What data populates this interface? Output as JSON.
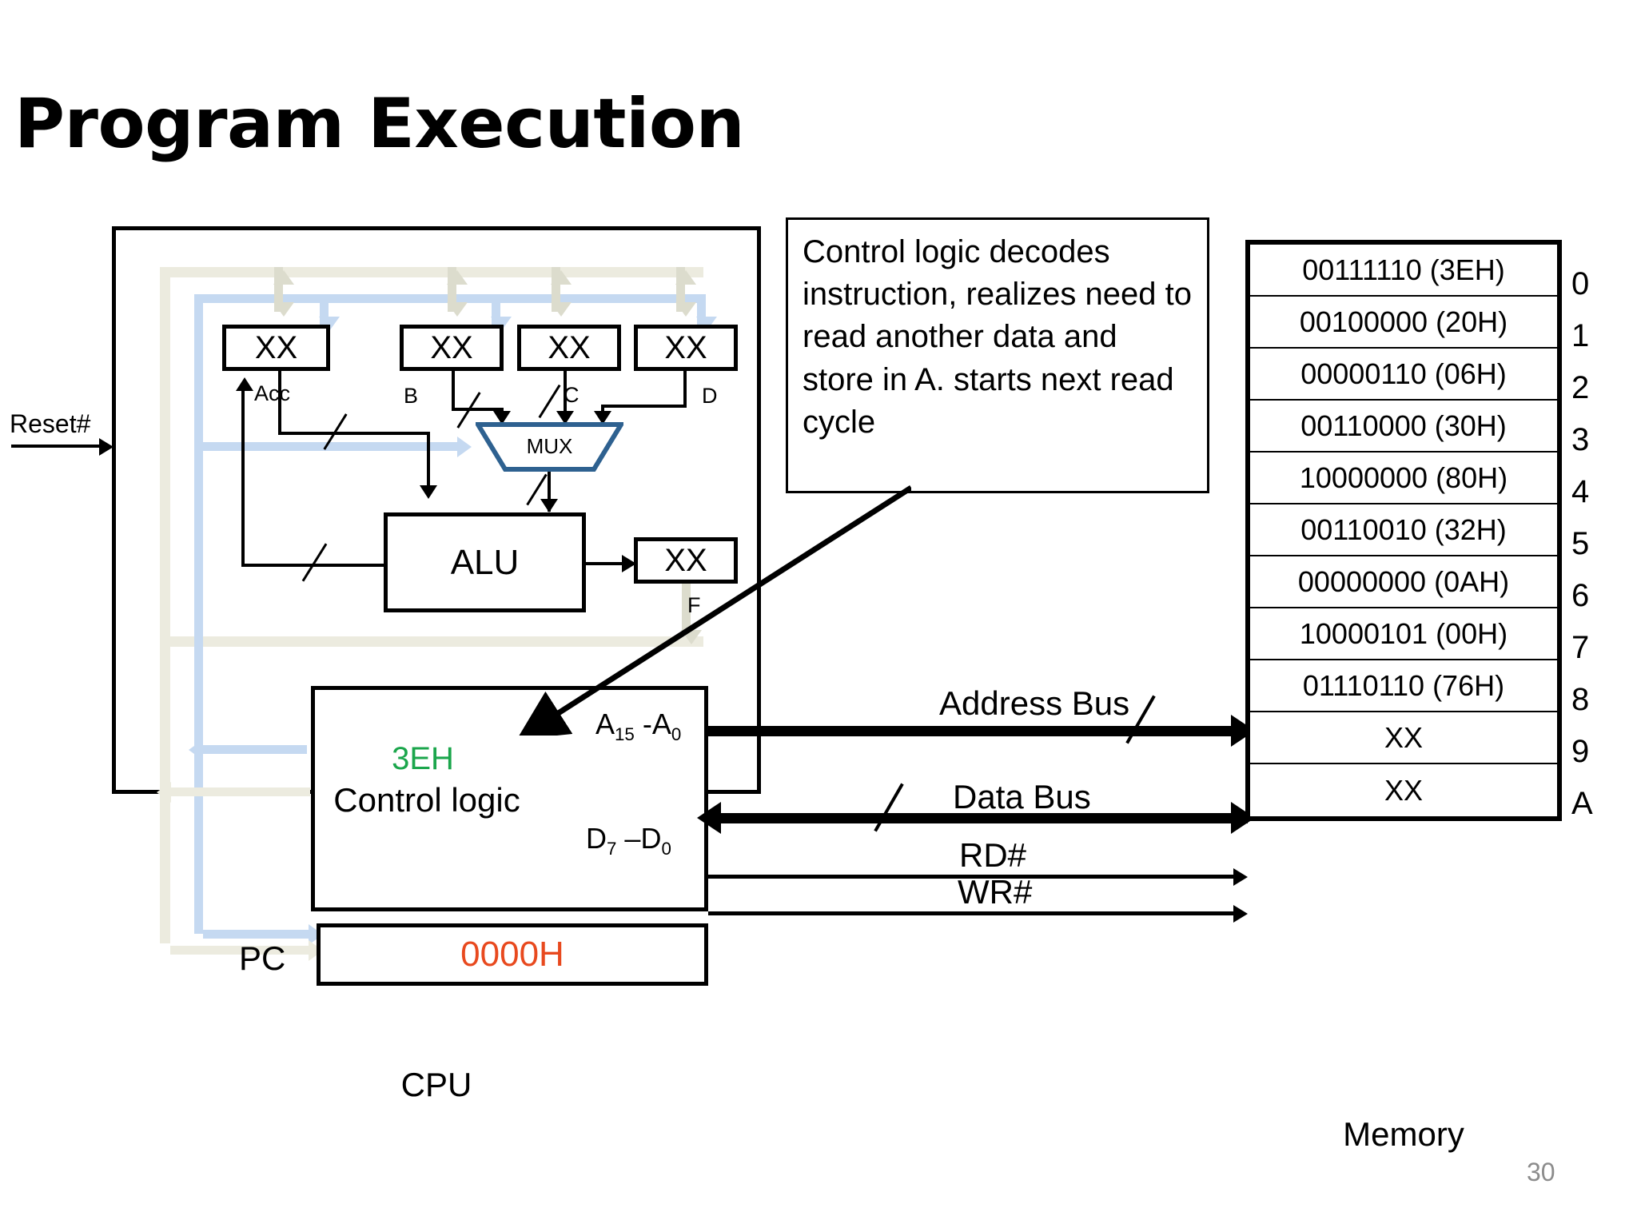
{
  "slide": {
    "title": "Program Execution",
    "number": "30"
  },
  "cpu": {
    "label": "CPU",
    "reset_signal": "Reset#",
    "registers": [
      {
        "name": "Acc",
        "value": "XX"
      },
      {
        "name": "B",
        "value": "XX"
      },
      {
        "name": "C",
        "value": "XX"
      },
      {
        "name": "D",
        "value": "XX"
      }
    ],
    "mux_label": "MUX",
    "alu_label": "ALU",
    "flag_register": {
      "name": "F",
      "value": "XX"
    },
    "control_logic": {
      "title": "Control logic",
      "opcode": "3EH",
      "opcode_color": "#1BA64C",
      "address_pins": "A15 -A0",
      "data_pins": "D7 –D0"
    },
    "program_counter": {
      "label": "PC",
      "value": "0000H",
      "value_color": "#E8491E"
    }
  },
  "callout": {
    "text": "Control logic decodes instruction, realizes need to read another data and store in A. starts next read cycle"
  },
  "buses": {
    "address_bus": "Address Bus",
    "data_bus": "Data Bus",
    "read_strobe": "RD#",
    "write_strobe": "WR#"
  },
  "memory": {
    "label": "Memory",
    "rows": [
      {
        "addr": "0",
        "value": "00111110 (3EH)"
      },
      {
        "addr": "1",
        "value": "00100000 (20H)"
      },
      {
        "addr": "2",
        "value": "00000110 (06H)"
      },
      {
        "addr": "3",
        "value": "00110000 (30H)"
      },
      {
        "addr": "4",
        "value": "10000000 (80H)"
      },
      {
        "addr": "5",
        "value": "00110010 (32H)"
      },
      {
        "addr": "6",
        "value": "00000000 (0AH)"
      },
      {
        "addr": "7",
        "value": "10000101 (00H)"
      },
      {
        "addr": "8",
        "value": "01110110 (76H)"
      },
      {
        "addr": "9",
        "value": "XX"
      },
      {
        "addr": "A",
        "value": "XX"
      }
    ]
  }
}
